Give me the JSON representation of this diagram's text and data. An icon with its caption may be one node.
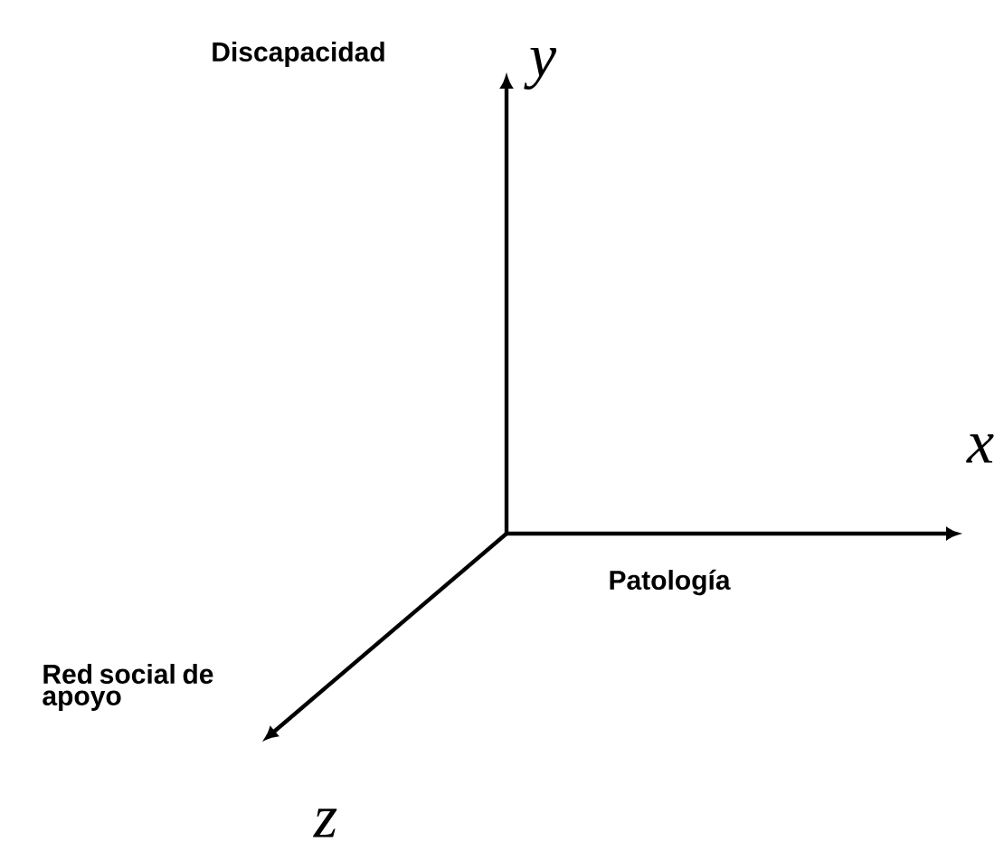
{
  "diagram": {
    "labels": [
      "Discapacidad",
      "y",
      "x",
      "Patología",
      "Red social de apoyo",
      "z"
    ]
  }
}
